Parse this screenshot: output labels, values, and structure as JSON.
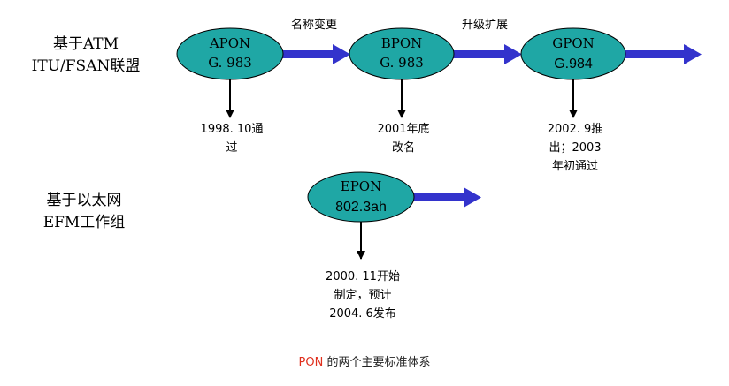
{
  "groups": {
    "atm": {
      "line1": "基于ATM",
      "line2": "ITU/FSAN联盟"
    },
    "ethernet": {
      "line1": "基于以太网",
      "line2": "EFM工作组"
    }
  },
  "nodes": {
    "apon": {
      "name": "APON",
      "std": "G. 983"
    },
    "bpon": {
      "name": "BPON",
      "std": "G. 983"
    },
    "gpon": {
      "name": "GPON",
      "std": "G.984"
    },
    "epon": {
      "name": "EPON",
      "std": "802.3ah"
    }
  },
  "transitions": {
    "rename": "名称变更",
    "upgrade": "升级扩展"
  },
  "notes": {
    "apon": [
      "1998. 10通",
      "过"
    ],
    "bpon": [
      "2001年底",
      "改名"
    ],
    "gpon": [
      "2002. 9推",
      "出；2003",
      "年初通过"
    ],
    "epon": [
      "2000. 11开始",
      "制定，预计",
      "2004. 6发布"
    ]
  },
  "caption": {
    "pon": "PON",
    "rest": " 的两个主要标准体系"
  },
  "colors": {
    "node_fill": "#1fa7a5",
    "arrow": "#3333cc",
    "caption_accent": "#e0301e"
  }
}
